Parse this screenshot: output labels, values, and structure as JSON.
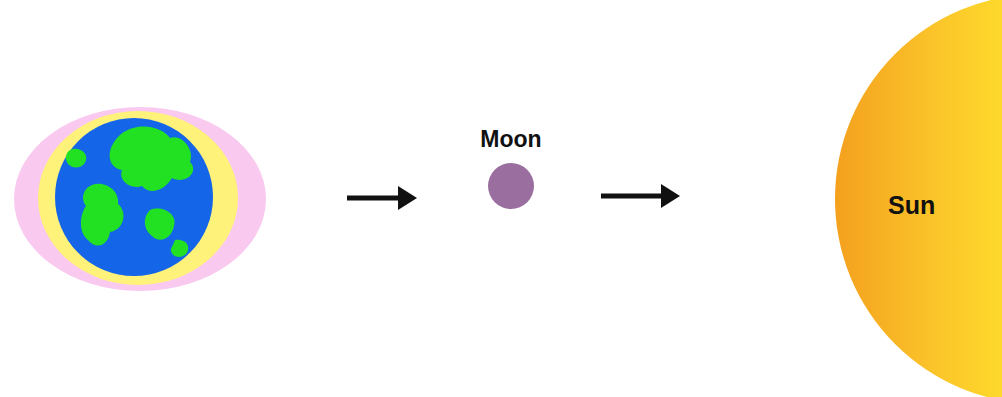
{
  "diagram": {
    "nodes": [
      {
        "text": [
          "Moon"
        ]
      },
      {
        "text": [
          "Sun"
        ]
      }
    ],
    "edges": [
      {
        "from": 0,
        "to": 1,
        "arrow": "to"
      }
    ]
  }
}
